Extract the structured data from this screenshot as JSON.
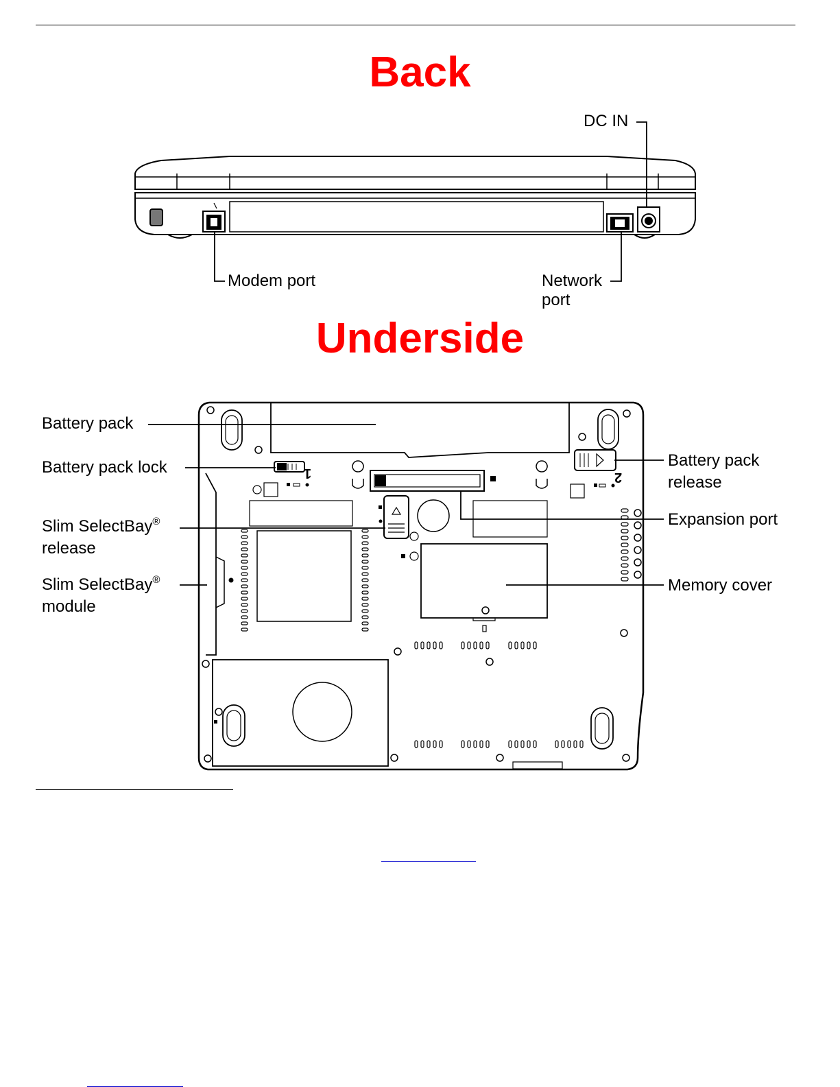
{
  "titles": {
    "back": "Back",
    "underside": "Underside"
  },
  "back_labels": {
    "dc_in": "DC IN",
    "modem_port": "Modem port",
    "network_port_line1": "Network",
    "network_port_line2": "port"
  },
  "underside_labels": {
    "battery_pack": "Battery pack",
    "battery_pack_lock": "Battery pack lock",
    "slim_selectbay_release_line1": "Slim SelectBay",
    "slim_selectbay_release_reg": "®",
    "slim_selectbay_release_line2": "release",
    "slim_selectbay_module_line1": "Slim SelectBay",
    "slim_selectbay_module_reg": "®",
    "slim_selectbay_module_line2": "module",
    "battery_pack_release_line1": "Battery pack",
    "battery_pack_release_line2": "release",
    "expansion_port": "Expansion port",
    "memory_cover": "Memory cover",
    "lock_marker": "1",
    "release_marker": "2"
  },
  "colors": {
    "title": "#ff0000",
    "link": "#0000cc",
    "line": "#000000"
  }
}
